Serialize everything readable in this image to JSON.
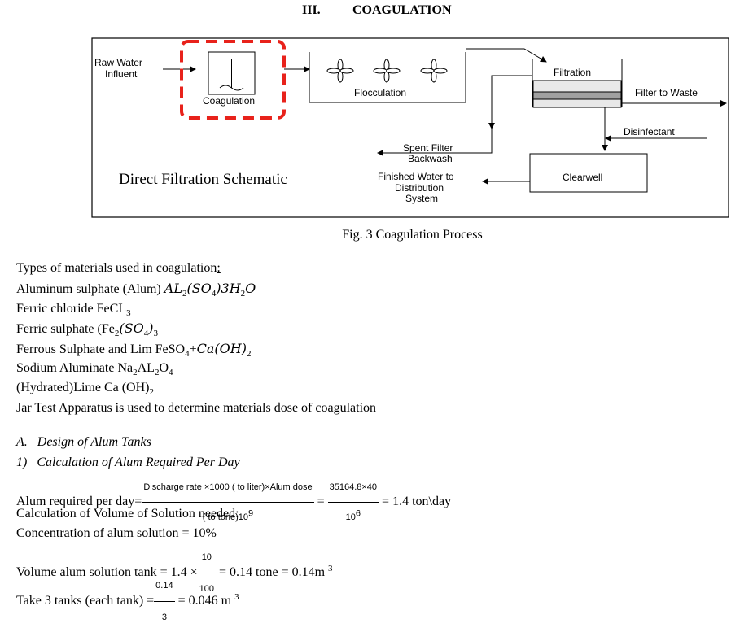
{
  "section": {
    "number": "III.",
    "title": "COAGULATION"
  },
  "figure": {
    "labels": {
      "raw_water_1": "Raw Water",
      "raw_water_2": "Influent",
      "coagulation": "Coagulation",
      "flocculation": "Flocculation",
      "filtration": "Filtration",
      "filter_to_waste": "Filter to Waste",
      "disinfectant": "Disinfectant",
      "spent_filter_1": "Spent Filter",
      "spent_filter_2": "Backwash",
      "schematic_title": "Direct Filtration Schematic",
      "finished_1": "Finished Water to",
      "finished_2": "Distribution",
      "finished_3": "System",
      "clearwell": "Clearwell"
    },
    "highlight_color": "#e8221b",
    "caption": "Fig. 3 Coagulation Process"
  },
  "materials": {
    "heading": "Types of materials used in coagulation",
    "heading_colon": ":",
    "alum": {
      "name": "Aluminum sulphate (Alum) ",
      "f1": "AL",
      "s1": "2",
      "f2": "(SO",
      "s2": "4",
      "f3": ")3H",
      "s3": "2",
      "f4": "O"
    },
    "ferric_chloride": {
      "name": "Ferric chloride FeCL",
      "s1": "3"
    },
    "ferric_sulphate": {
      "name": "Ferric sulphate (Fe",
      "s1": "2",
      "f2": "(SO",
      "s2": "4",
      "f3": ")",
      "s3": "3"
    },
    "ferrous": {
      "name": "Ferrous Sulphate and Lim FeSO",
      "s1": "4",
      "plus": "+",
      "f2": "Ca(OH)",
      "s2": "2"
    },
    "sodium": {
      "name": "Sodium Aluminate Na",
      "s1": "2",
      "f2": "AL",
      "s2": "2",
      "f3": "O",
      "s3": "4"
    },
    "lime": {
      "name": "(Hydrated)Lime Ca (OH)",
      "s1": "2"
    },
    "jar_test": "Jar Test Apparatus is used to determine materials dose of coagulation"
  },
  "design": {
    "heading_a": "A.   Design of Alum Tanks",
    "heading_1": "1)   Calculation of Alum Required Per Day",
    "alum_required": {
      "label": "Alum required per day=",
      "num": "Discharge rate ×1000 ( to liter)×Alum dose",
      "den": "( to tone)10",
      "den_sup": "9",
      "eq1": "=",
      "num2": "35164.8×40",
      "den2": "10",
      "den2_sup": "6",
      "result": "= 1.4 ton\\day"
    },
    "volume_heading": "Calculation of Volume of Solution needed:",
    "concentration": "Concentration of alum solution = 10%",
    "volume_tank": {
      "label": "Volume alum solution tank = 1.4 ×",
      "num": "10",
      "den": "100",
      "result": "= 0.14 tone = 0.14m",
      "result_sup": "3"
    },
    "take_tanks": {
      "label": "Take 3 tanks (each tank) =",
      "num": "0.14",
      "den": "3",
      "result": "= 0.046 m",
      "result_sup": "3"
    }
  }
}
